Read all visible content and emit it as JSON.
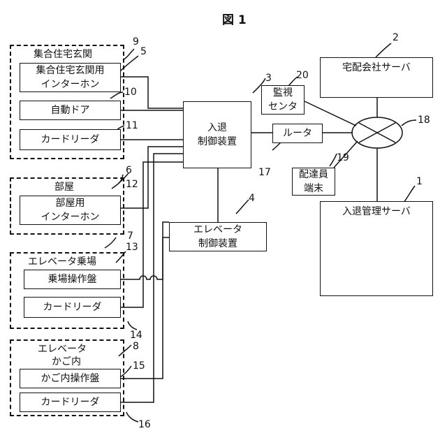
{
  "figure_title": "図 1",
  "groups": {
    "entrance": "集合住宅玄関",
    "room": "部屋",
    "hall": "エレベータ乗場",
    "car": [
      "エレベータ",
      "かご内"
    ]
  },
  "boxes": {
    "intercom": [
      "集合住宅玄関用",
      "インターホン"
    ],
    "auto_door": "自動ドア",
    "card_reader": "カードリーダ",
    "room_intercom": [
      "部屋用",
      "インターホン"
    ],
    "hall_panel": "乗場操作盤",
    "car_panel": "かご内操作盤",
    "access_controller": [
      "入退",
      "制御装置"
    ],
    "elevator_controller": [
      "エレベータ",
      "制御装置"
    ],
    "monitor_center": [
      "監視",
      "センタ"
    ],
    "router": "ルータ",
    "delivery_terminal": [
      "配達員",
      "端末"
    ],
    "delivery_server": "宅配会社サーバ",
    "access_server": "入退管理サーバ"
  },
  "refs": [
    "1",
    "2",
    "3",
    "4",
    "5",
    "6",
    "7",
    "8",
    "9",
    "10",
    "11",
    "12",
    "13",
    "14",
    "15",
    "16",
    "17",
    "18",
    "19",
    "20"
  ]
}
